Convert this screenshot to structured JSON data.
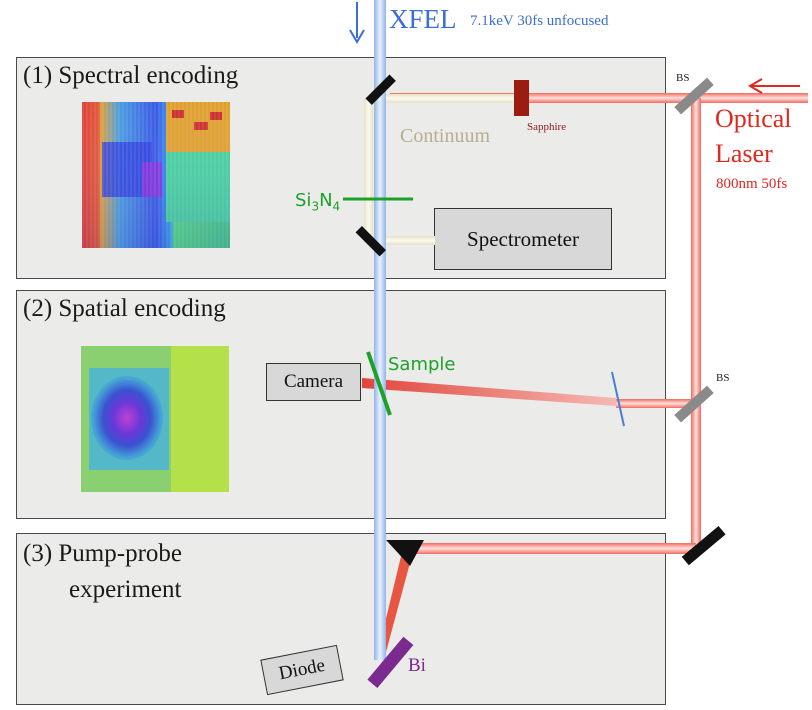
{
  "panels": {
    "spectral": {
      "title": "(1) Spectral encoding"
    },
    "spatial": {
      "title": "(2) Spatial encoding"
    },
    "pumpprobe": {
      "title_line1": "(3)  Pump-probe",
      "title_line2": "experiment"
    }
  },
  "xfel": {
    "name": "XFEL",
    "params": "7.1keV 30fs unfocused",
    "color": "#3b6ed6"
  },
  "optical_laser": {
    "line1": "Optical",
    "line2": "Laser",
    "params": "800nm 50fs",
    "color": "#e0281e"
  },
  "labels": {
    "bs_top": "BS",
    "bs_mid": "BS",
    "sapphire": "Sapphire",
    "continuum": "Continuum",
    "si3n4": "Si3N4",
    "sample": "Sample",
    "bi": "Bi"
  },
  "boxes": {
    "spectrometer": "Spectrometer",
    "camera": "Camera",
    "diode": "Diode"
  },
  "colors": {
    "laser": "#e0281e",
    "continuum": "#f3f1df",
    "green": "#1ea12a",
    "purple": "#7b2a8f",
    "panel_bg": "#ebebea"
  }
}
